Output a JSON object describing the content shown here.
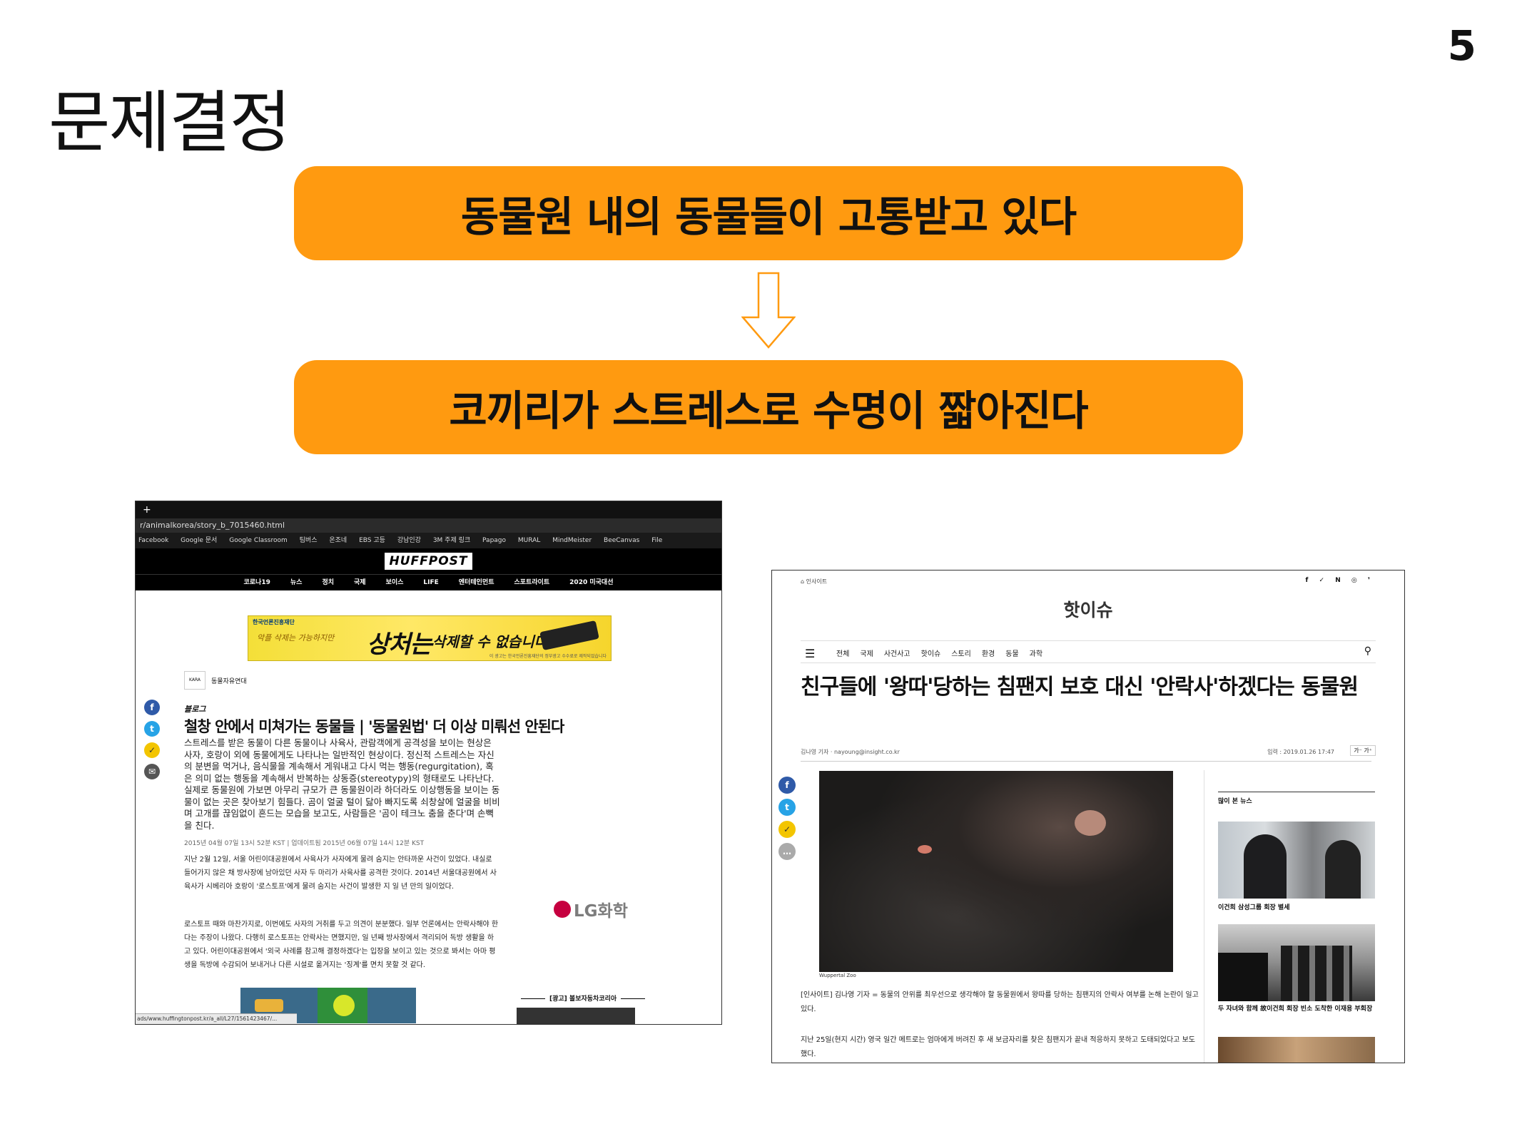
{
  "slide": {
    "number": "5",
    "title": "문제결정",
    "box1_text": "동물원 내의 동물들이 고통받고 있다",
    "box2_text": "코끼리가 스트레스로 수명이 짧아진다",
    "accent_color": "#FF9A10",
    "arrow_icon": "down-arrow-outline-icon"
  },
  "huffpost": {
    "new_tab": "+",
    "url": "r/animalkorea/story_b_7015460.html",
    "bookmarks": [
      "Facebook",
      "Google 문서",
      "Google Classroom",
      "팀버스",
      "온조네",
      "EBS 고등",
      "강남인강",
      "3M 주제 링크",
      "Papago",
      "MURAL",
      "MindMeister",
      "BeeCanvas",
      "File"
    ],
    "logo": "HUFFPOST",
    "nav": [
      "코로나19",
      "뉴스",
      "정치",
      "국제",
      "보이스",
      "LIFE",
      "엔터테인먼트",
      "스포트라이트",
      "2020 미국대선"
    ],
    "ad": {
      "org": "한국언론진흥재단",
      "handwriting": "악플 삭제는 가능하지만",
      "headline_big": "상처는",
      "headline_small": "삭제할 수 없습니다",
      "footnote": "이 광고는 한국언론진흥재단의 정부광고 수수료로 제작되었습니다"
    },
    "share_icons": [
      "facebook-icon",
      "twitter-icon",
      "kakao-icon",
      "email-icon"
    ],
    "share_glyphs": [
      "f",
      "t",
      "✓",
      "✉"
    ],
    "publisher": "동물자유연대",
    "category": "블로그",
    "headline": "철창 안에서 미쳐가는 동물들 | '동물원법' 더 이상 미뤄선 안된다",
    "lead": "스트레스를 받은 동물이 다른 동물이나 사육사, 관람객에게 공격성을 보이는 현상은 사자, 호랑이 외에 동물에게도 나타나는 일반적인 현상이다. 정신적 스트레스는 자신의 분변을 먹거나, 음식물을 계속해서 게워내고 다시 먹는 행동(regurgitation), 혹은 의미 없는 행동을 계속해서 반복하는 상동증(stereotypy)의 형태로도 나타난다. 실제로 동물원에 가보면 아무리 규모가 큰 동물원이라 하더라도 이상행동을 보이는 동물이 없는 곳은 찾아보기 힘들다. 곰이 얼굴 털이 닳아 빠지도록 쇠창살에 얼굴을 비비며 고개를 끊임없이 흔드는 모습을 보고도, 사람들은 '곰이 테크노 춤을 춘다'며 손뼉을 친다.",
    "meta": "2015년 04월 07일 13시 52분 KST | 업데이트됨 2015년 06월 07일 14시 12분 KST",
    "body1": "지난 2월 12일, 서울 어린이대공원에서 사육사가 사자에게 물려 숨지는 안타까운 사건이 있었다. 내실로 들어가지 않은 채 방사장에 남아있던 사자 두 마리가 사육사를 공격한 것이다. 2014년 서울대공원에서 사육사가 시베리아 호랑이 '로스토프'에게 물려 숨지는 사건이 발생한 지 일 년 만의 일이었다.",
    "body2": "로스토프 때와 마찬가지로, 이번에도 사자의 거취를 두고 의견이 분분했다. 일부 언론에서는 안락사해야 한다는 주장이 나왔다. 다행히 로스토프는 안락사는 면했지만, 일 년째 방사장에서 격리되어 독방 생활을 하고 있다. 어린이대공원에서 '외국 사례를 참고해 결정하겠다'는 입장을 보이고 있는 것으로 봐서는 아마 평생을 독방에 수감되어 보내거나 다른 시설로 옮겨지는 '징계'를 면치 못할 것 같다.",
    "lg_ad": "LG화학",
    "side_label": "[광고] 볼보자동차코리아",
    "status_url": "ads/www.huffingtonpost.kr/a_all/L27/1561423467/..."
  },
  "insight": {
    "home_label": "⌂ 인사이트",
    "social": "f ✓ N ◎ ❜",
    "logo": "핫이슈",
    "nav": [
      "전체",
      "국제",
      "사건사고",
      "핫이슈",
      "스토리",
      "환경",
      "동물",
      "과학"
    ],
    "headline": "친구들에 '왕따'당하는 침팬지 보호 대신 '안락사'하겠다는 동물원",
    "author": "김나영 기자 · nayoung@insight.co.kr",
    "date": "입력 : 2019.01.26 17:47",
    "font_ctrl": "가⁻  가⁺",
    "share_icons": [
      "facebook-icon",
      "twitter-icon",
      "kakao-icon",
      "comment-icon"
    ],
    "share_glyphs": [
      "f",
      "t",
      "✓",
      "…"
    ],
    "photo_caption": "Wuppertal Zoo",
    "para1": "[인사이트] 김나영 기자 = 동물의 안위를 최우선으로 생각해야 할 동물원에서 왕따를 당하는 침팬지의 안락사 여부를 논해 논란이 일고 있다.",
    "para2": "지난 25일(현지 시간) 영국 일간 메트로는 엄마에게 버려진 후 새 보금자리를 찾은 침팬지가 끝내 적응하지 못하고 도태되었다고 보도했다.",
    "side_title": "많이 본 뉴스",
    "side_items": [
      "이건희 삼성그룹 회장 별세",
      "두 자녀와 함께 故이건희 회장 빈소 도착한 이재용 부회장"
    ]
  }
}
